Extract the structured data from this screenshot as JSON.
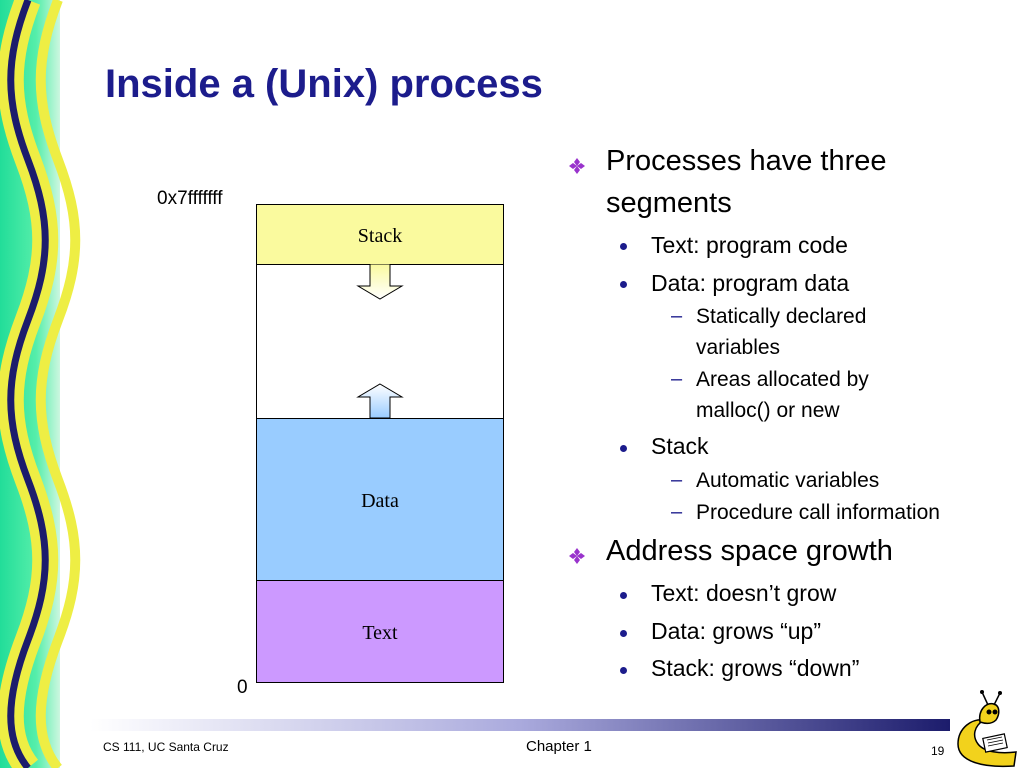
{
  "slide": {
    "title": "Inside a (Unix) process"
  },
  "diagram": {
    "top_address": "0x7fffffff",
    "bottom_address": "0",
    "segments": {
      "stack": "Stack",
      "data": "Data",
      "text": "Text"
    },
    "colors": {
      "stack": "#fafa9e",
      "data": "#99ccff",
      "text": "#cc99ff"
    }
  },
  "bullets": {
    "b1": "Processes have three",
    "b1_cont": "segments",
    "b1_1": "Text: program code",
    "b1_2": "Data: program data",
    "b1_2_1": "Statically declared",
    "b1_2_1_cont": "variables",
    "b1_2_2": "Areas allocated by",
    "b1_2_2_cont": "malloc() or new",
    "b1_3": "Stack",
    "b1_3_1": "Automatic variables",
    "b1_3_2": "Procedure call information",
    "b2": "Address space growth",
    "b2_1": "Text: doesn’t grow",
    "b2_2": "Data: grows “up”",
    "b2_3": "Stack: grows “down”"
  },
  "footer": {
    "left": "CS 111, UC Santa Cruz",
    "center": "Chapter 1",
    "page_number": "19"
  },
  "theme": {
    "title_color": "#1c1c8c",
    "bullet_color": "#1c1c8c",
    "diamond_color": "#9933cc",
    "border_green": "#22dd99",
    "border_yellow": "#eeee44",
    "border_navy": "#1c1c6c"
  }
}
